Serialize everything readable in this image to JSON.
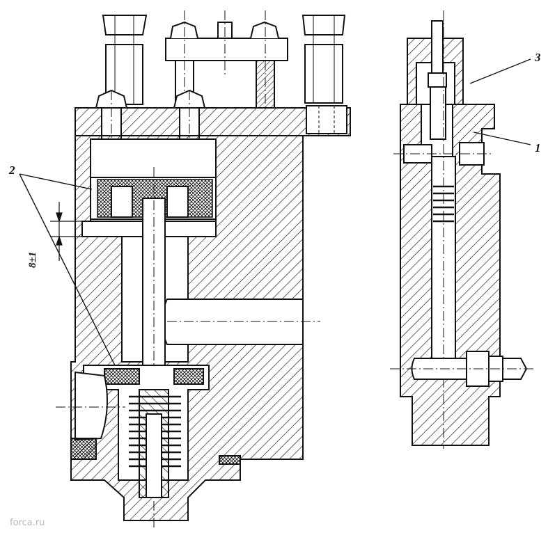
{
  "labels": {
    "callout_1": "1",
    "callout_2": "2",
    "callout_3": "3",
    "dimension": "8±1"
  },
  "watermark": "forca.ru",
  "colors": {
    "ink": "#111111",
    "paper": "#ffffff",
    "watermark": "#b9b9b9"
  }
}
